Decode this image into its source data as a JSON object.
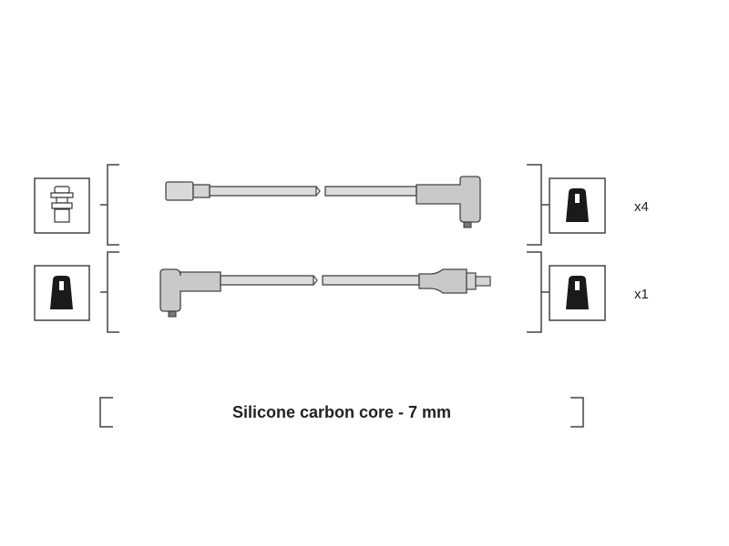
{
  "rows": [
    {
      "quantity": "x4",
      "left_terminal": "spark-plug-nut-terminal",
      "right_terminal": "spark-plug-boot-terminal"
    },
    {
      "quantity": "x1",
      "left_terminal": "spark-plug-boot-terminal",
      "right_terminal": "spark-plug-boot-terminal"
    }
  ],
  "caption": "Silicone carbon core - 7 mm",
  "colors": {
    "outline": "#444444",
    "cable_fill": "#dcdcdc",
    "boot_fill": "#c9c9c9",
    "terminal_fill": "#1a1a1a"
  }
}
